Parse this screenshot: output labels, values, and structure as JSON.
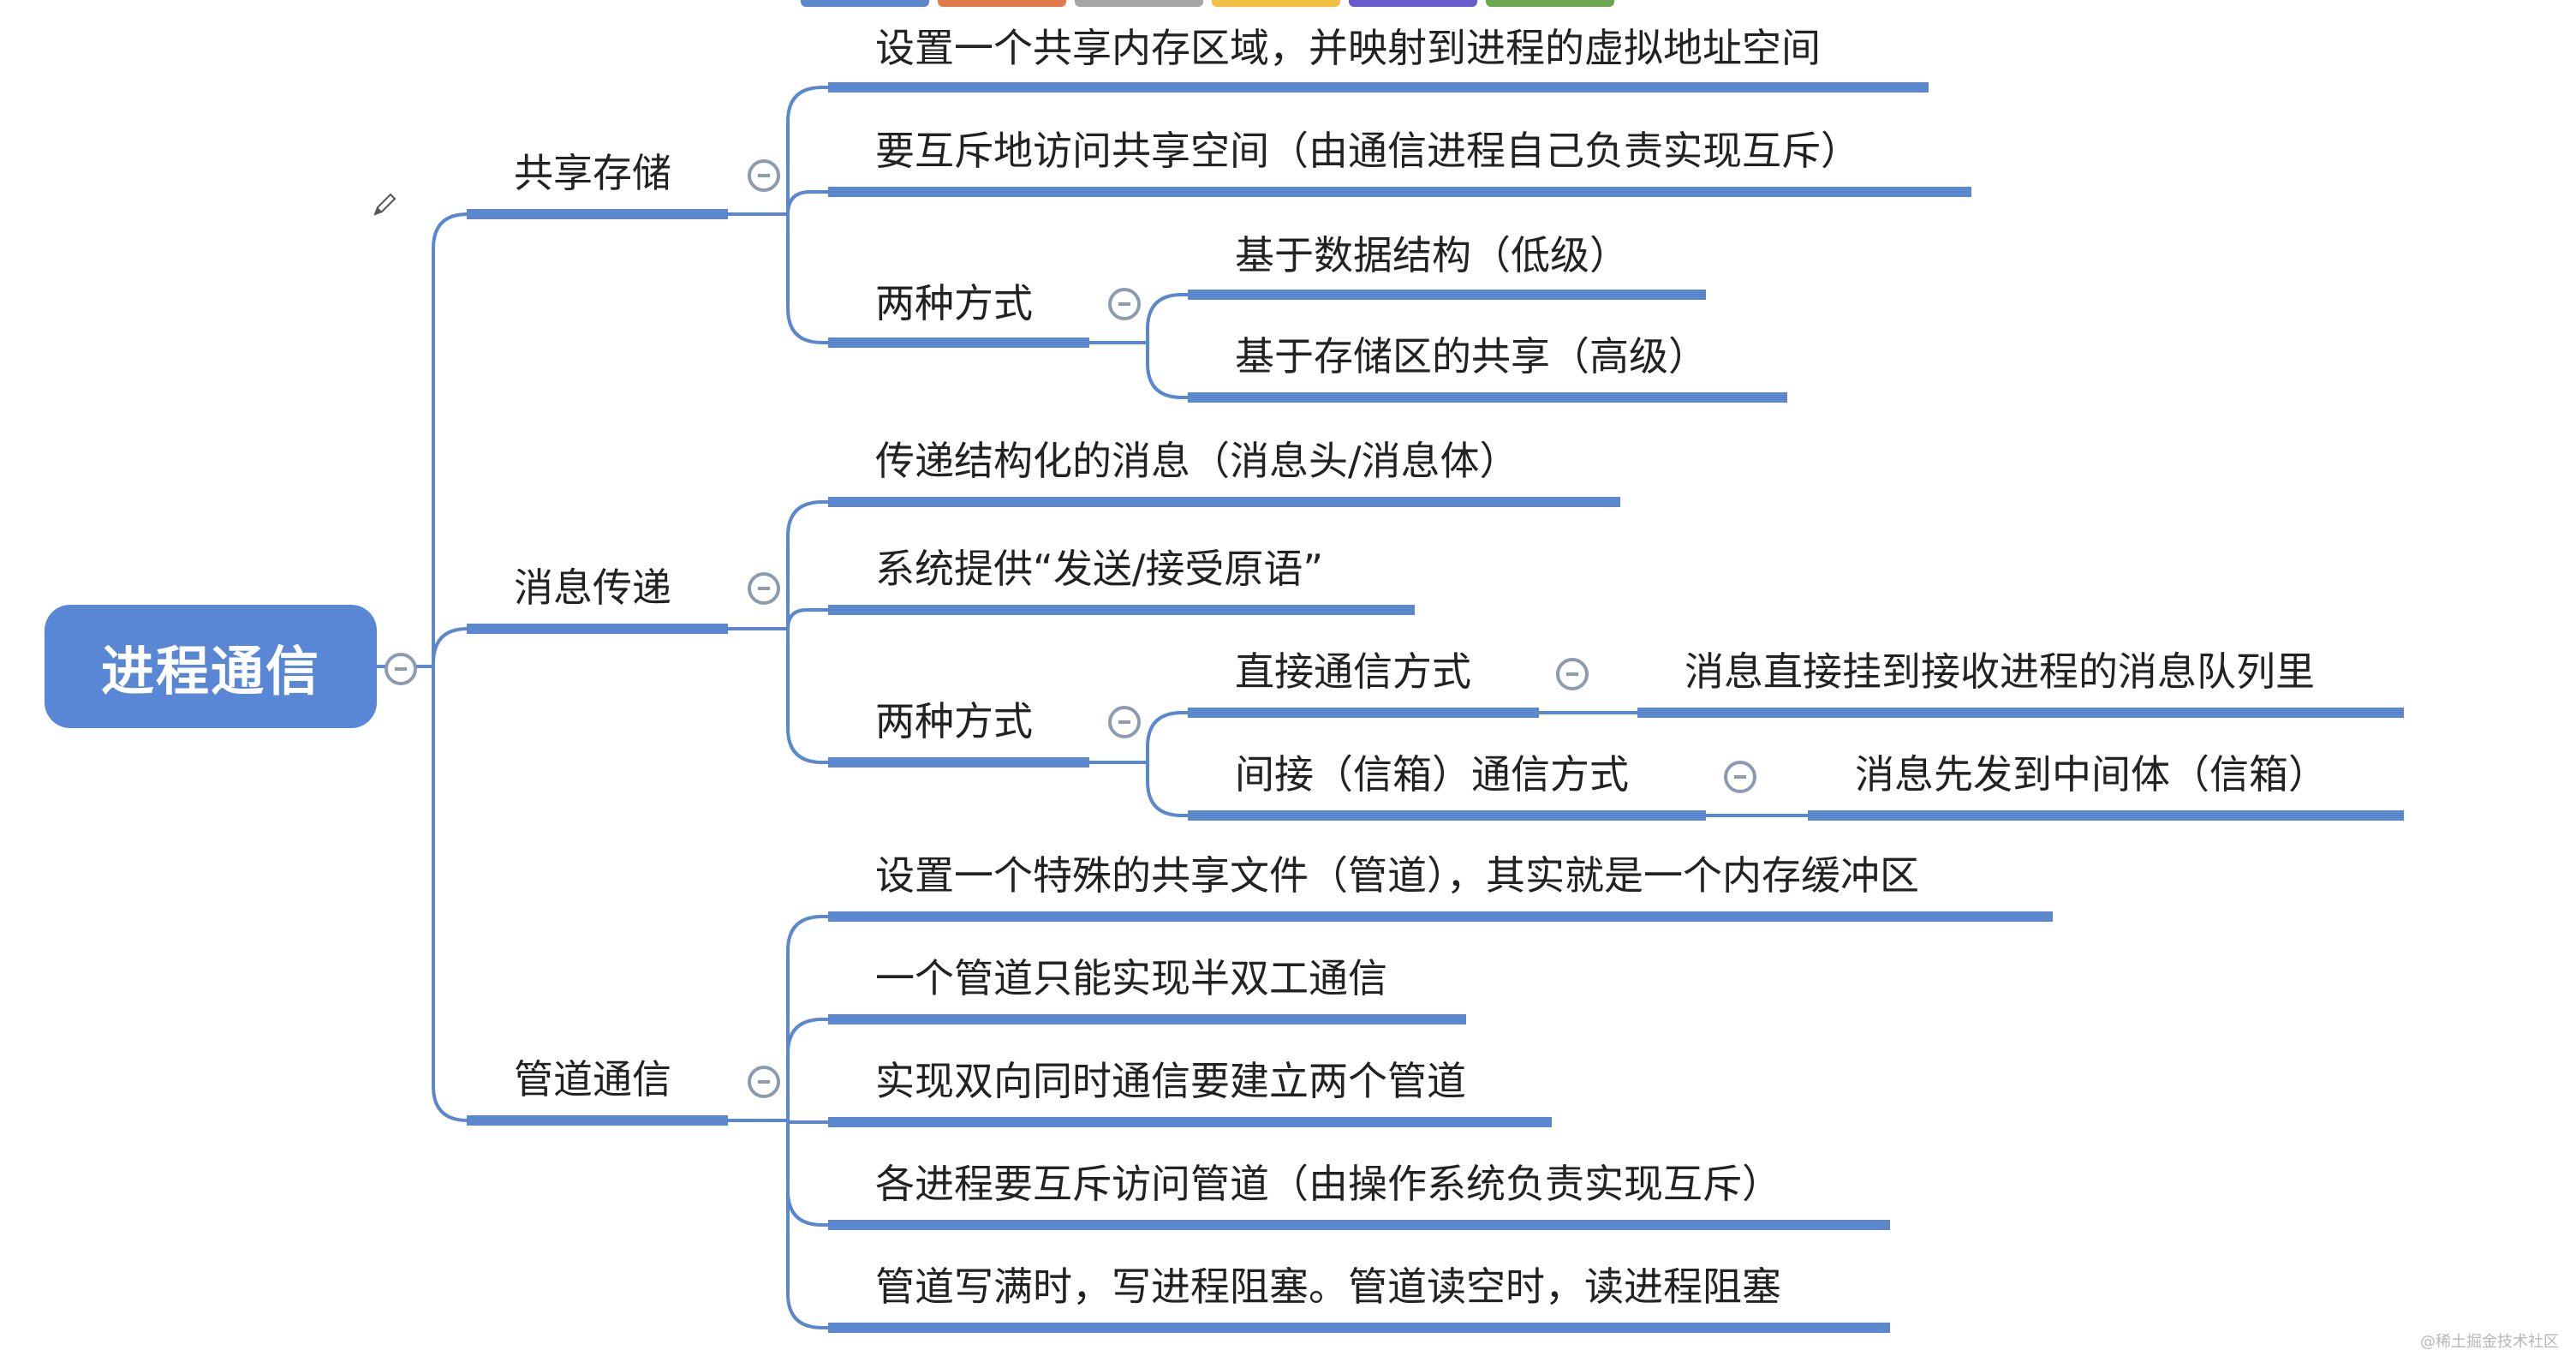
{
  "root": {
    "label": "进程通信"
  },
  "colors": {
    "line": "#5b87cc",
    "root_bg": "#5a86d6",
    "root_text": "#ffffff",
    "toggle": "#8c9bb0"
  },
  "topbar_colors": [
    "#5b87cc",
    "#e07b4c",
    "#a6a6a6",
    "#f0c040",
    "#6a5acd",
    "#6aa84f"
  ],
  "branches": [
    {
      "label": "共享存储",
      "children": [
        {
          "label": "设置一个共享内存区域，并映射到进程的虚拟地址空间"
        },
        {
          "label": "要互斥地访问共享空间（由通信进程自己负责实现互斥）"
        },
        {
          "label": "两种方式",
          "children": [
            {
              "label": "基于数据结构（低级）"
            },
            {
              "label": "基于存储区的共享（高级）"
            }
          ]
        }
      ]
    },
    {
      "label": "消息传递",
      "children": [
        {
          "label": "传递结构化的消息（消息头/消息体）"
        },
        {
          "label": "系统提供“发送/接受原语”"
        },
        {
          "label": "两种方式",
          "children": [
            {
              "label": "直接通信方式",
              "detail": "消息直接挂到接收进程的消息队列里"
            },
            {
              "label": "间接（信箱）通信方式",
              "detail": "消息先发到中间体（信箱）"
            }
          ]
        }
      ]
    },
    {
      "label": "管道通信",
      "children": [
        {
          "label": "设置一个特殊的共享文件（管道），其实就是一个内存缓冲区"
        },
        {
          "label": "一个管道只能实现半双工通信"
        },
        {
          "label": "实现双向同时通信要建立两个管道"
        },
        {
          "label": "各进程要互斥访问管道（由操作系统负责实现互斥）"
        },
        {
          "label": "管道写满时，写进程阻塞。管道读空时，读进程阻塞"
        }
      ]
    }
  ],
  "watermark": "@稀土掘金技术社区"
}
